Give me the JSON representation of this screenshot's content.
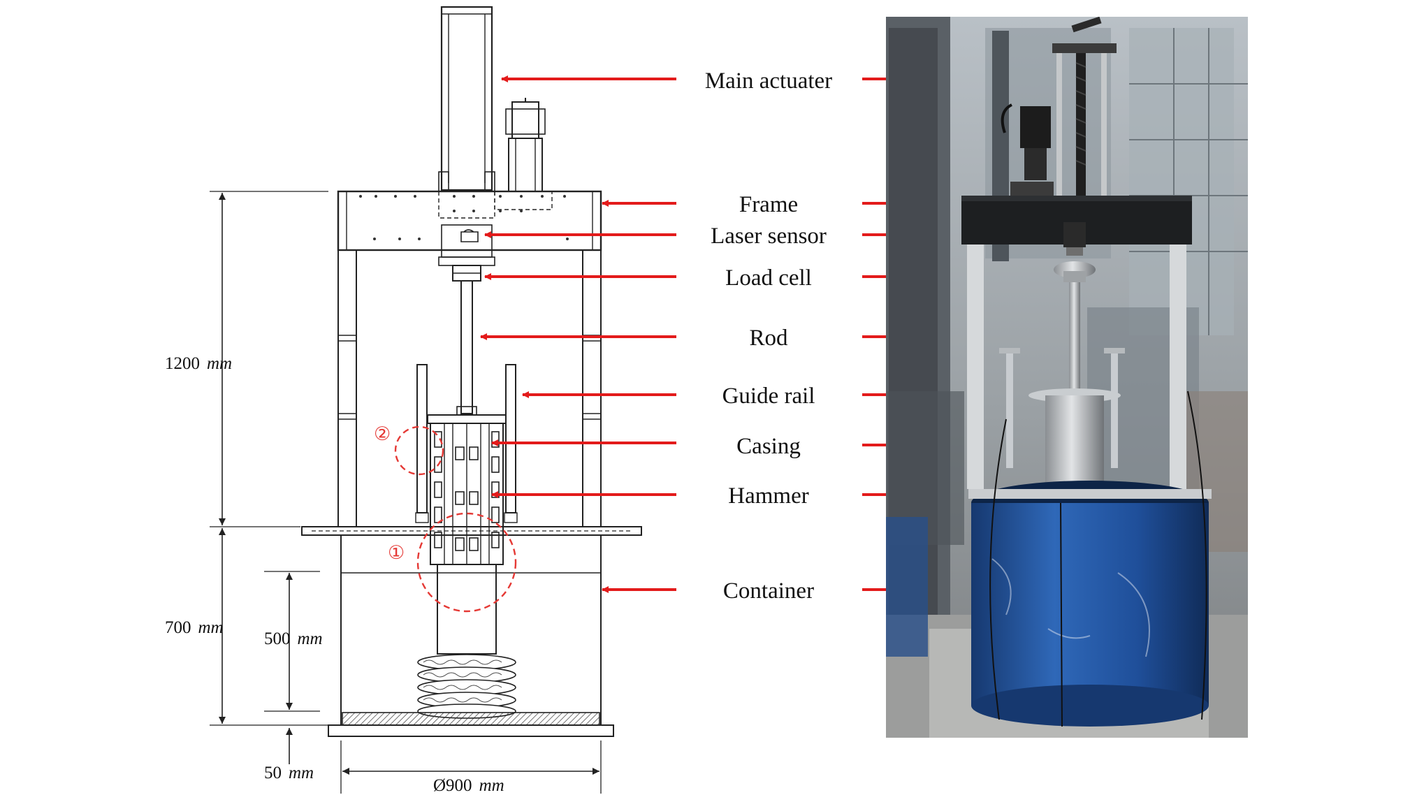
{
  "labels": [
    {
      "id": "main-actuator",
      "text": "Main actuater"
    },
    {
      "id": "frame",
      "text": "Frame"
    },
    {
      "id": "laser-sensor",
      "text": "Laser sensor"
    },
    {
      "id": "load-cell",
      "text": "Load cell"
    },
    {
      "id": "rod",
      "text": "Rod"
    },
    {
      "id": "guide-rail",
      "text": "Guide rail"
    },
    {
      "id": "casing",
      "text": "Casing"
    },
    {
      "id": "hammer",
      "text": "Hammer"
    },
    {
      "id": "container",
      "text": "Container"
    }
  ],
  "dimensions": {
    "frame_height": {
      "value": "1200",
      "unit": "mm"
    },
    "container_height": {
      "value": "700",
      "unit": "mm"
    },
    "depth": {
      "value": "500",
      "unit": "mm"
    },
    "base": {
      "value": "50",
      "unit": "mm"
    },
    "diameter": {
      "value": "Ø900",
      "unit": "mm"
    }
  },
  "markers": {
    "one": "①",
    "two": "②"
  },
  "colors": {
    "arrow": "#e31b1b",
    "marker": "#e53935",
    "drum": "#1f4f9a",
    "frame": "#1c1c1c"
  }
}
